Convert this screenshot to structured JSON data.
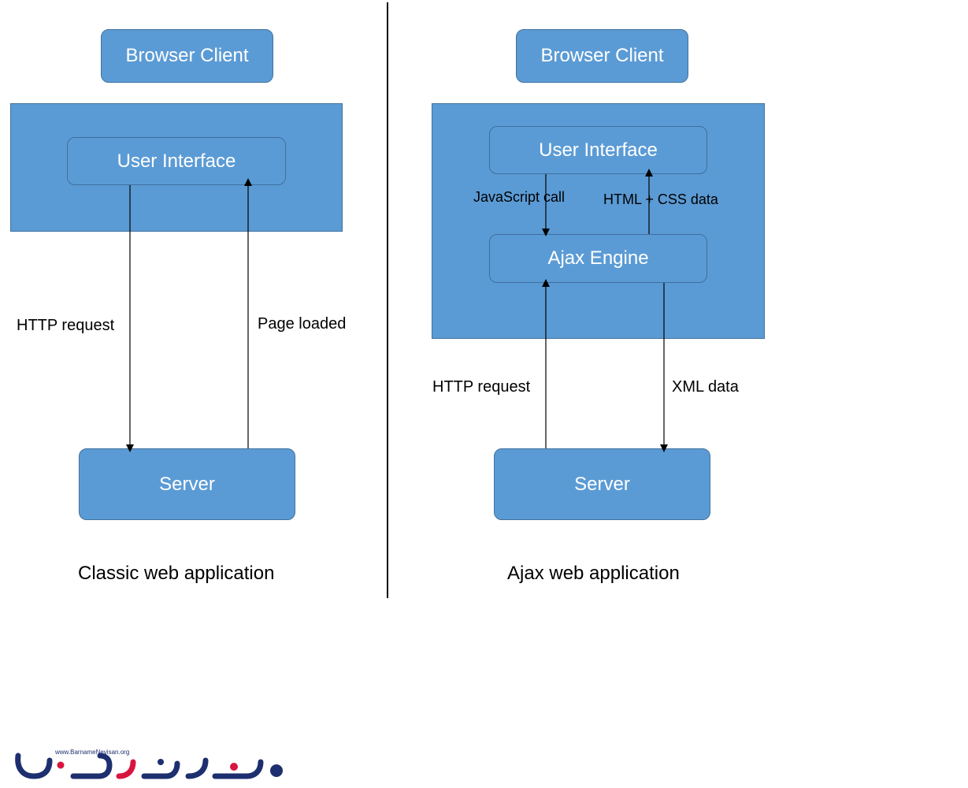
{
  "colors": {
    "box_fill": "#5b9bd5",
    "box_border": "#41719c",
    "text_on_box": "#ffffff",
    "line": "#000000",
    "logo_navy": "#1d2f6f",
    "logo_red": "#d8153f"
  },
  "classic": {
    "browser_client": "Browser Client",
    "user_interface": "User Interface",
    "server": "Server",
    "request_label": "HTTP request",
    "response_label": "Page  loaded",
    "caption": "Classic  web application"
  },
  "ajax": {
    "browser_client": "Browser Client",
    "user_interface": "User Interface",
    "ajax_engine": "Ajax Engine",
    "server": "Server",
    "js_call_label": "JavaScript call",
    "html_css_label": "HTML + CSS data",
    "request_label": "HTTP request",
    "xml_label": "XML data",
    "caption": "Ajax web application"
  },
  "logo": {
    "text": "برنامه نویسان",
    "url": "www.BarnameNevisan.org"
  }
}
